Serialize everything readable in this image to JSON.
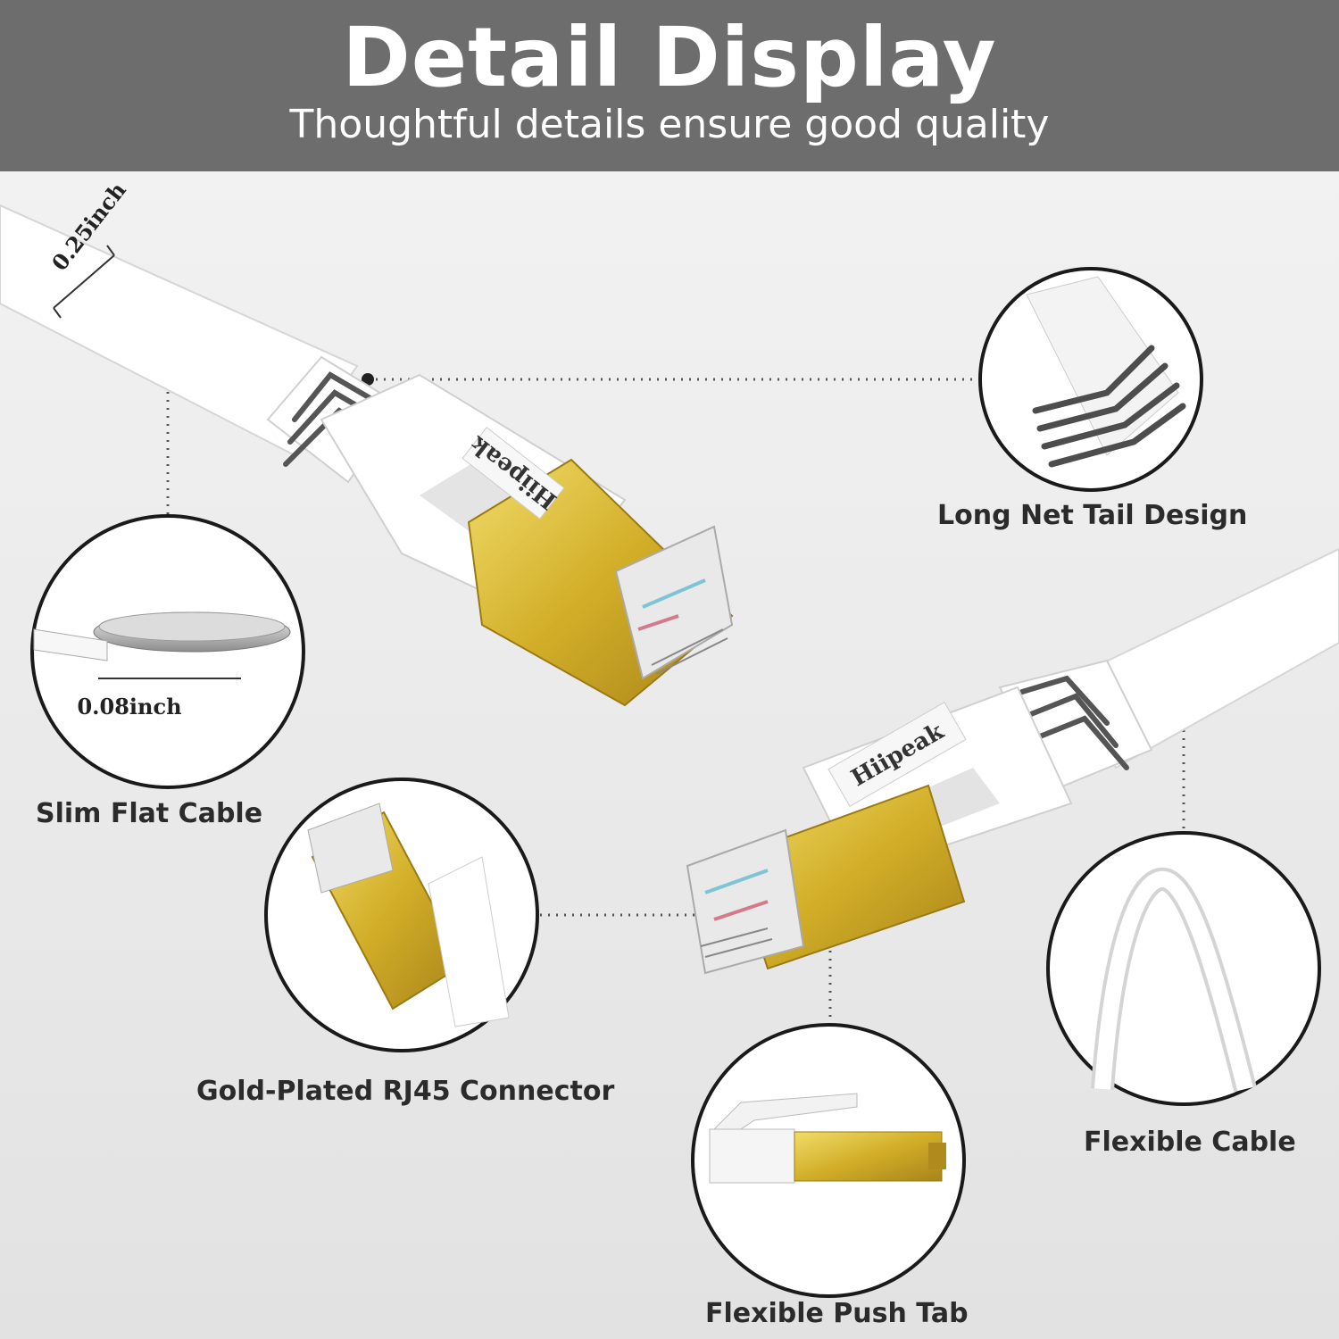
{
  "header": {
    "title": "Detail Display",
    "subtitle": "Thoughtful details ensure good quality"
  },
  "callouts": {
    "long_tail": "Long Net Tail Design",
    "slim_flat": "Slim Flat Cable",
    "gold_plated": "Gold-Plated RJ45 Connector",
    "flexible_cable": "Flexible Cable",
    "push_tab": "Flexible Push Tab"
  },
  "dimensions": {
    "width": "0.25inch",
    "thickness": "0.08inch"
  },
  "brand_mark": "Hiipeak",
  "colors": {
    "header_bg": "#6d6d6d",
    "gold": "#d6b42e",
    "cable": "#ffffff",
    "ring": "#1a1a1a"
  }
}
